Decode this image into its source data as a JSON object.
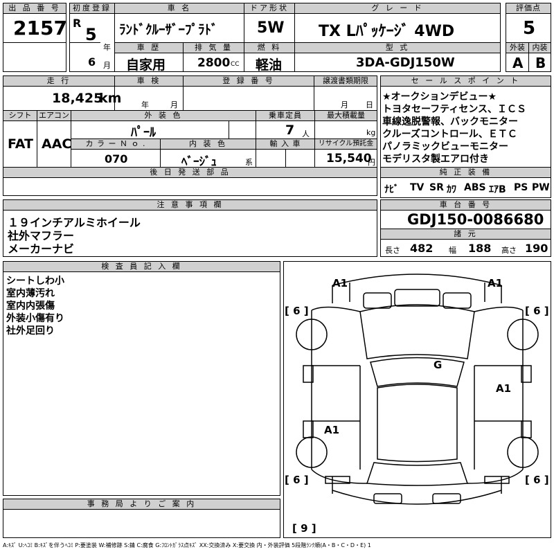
{
  "header": {
    "lot_no_label": "出 品 番 号",
    "lot_no": "2157",
    "first_reg_label": "初度登録",
    "era": "R",
    "year": "5",
    "year_unit": "年",
    "month": "6",
    "month_unit": "月",
    "car_name_label": "車 名",
    "car_name": "ﾗﾝﾄﾞｸﾙｰｻﾞｰﾌﾟﾗﾄﾞ",
    "history_label": "車 歴",
    "history": "自家用",
    "displacement_label": "排 気 量",
    "displacement": "2800",
    "displacement_unit": "CC",
    "door_label": "ドア形状",
    "door": "5W",
    "fuel_label": "燃 料",
    "fuel": "軽油",
    "grade_label": "グ レ ー ド",
    "grade": "TX Lﾊﾟｯｹｰｼﾞ 4WD",
    "model_label": "型 式",
    "model": "3DA-GDJ150W",
    "score_label": "評価点",
    "score": "5",
    "ext_label": "外装",
    "int_label": "内装",
    "ext_grade": "A",
    "int_grade": "B"
  },
  "row2": {
    "mileage_label": "走 行",
    "mileage": "18,425",
    "mileage_unit": "km",
    "inspection_label": "車 検",
    "insp_year_unit": "年",
    "insp_month_unit": "月",
    "reg_no_label": "登 録 番 号",
    "transfer_label": "譲渡書類期限",
    "transfer_month_unit": "月",
    "transfer_day_unit": "日",
    "shift_label": "シフト",
    "shift": "FAT",
    "ac_label": "エアコン",
    "ac": "AAC",
    "ext_color_label": "外 装 色",
    "ext_color": "ﾊﾟｰﾙ",
    "capacity_label": "乗車定員",
    "capacity": "7",
    "capacity_unit": "人",
    "max_load_label": "最大積載量",
    "max_load_unit": "kg",
    "color_no_label": "カ ラ ー Ｎ ｏ .",
    "color_no": "070",
    "int_color_label": "内 装 色",
    "int_color": "ﾍﾞｰｼﾞｭ",
    "int_color_unit": "系",
    "import_label": "輸 入 車",
    "recycle_label": "リサイクル預託金",
    "recycle": "15,540",
    "recycle_unit": "円",
    "later_parts_label": "後 日 発 送 部 品"
  },
  "sales_points": {
    "label": "セ ー ル ス ポ イ ン ト",
    "lines": [
      "★オークションデビュー★",
      "トヨタセーフティセンス、ＩＣＳ",
      "車線逸脱警報、バックモニター",
      "クルーズコントロール、ＥＴＣ",
      "パノラミックビューモニター",
      "モデリスタ製エアロ付き"
    ]
  },
  "equipment": {
    "label": "純 正 装 備",
    "items": [
      "ﾅﾋﾞ",
      "TV",
      "SR",
      "ｶﾜ",
      "ABS",
      "ｴｱB",
      "PS",
      "PW"
    ]
  },
  "notes": {
    "label": "注 意 事 項 欄",
    "lines": [
      "１９インチアルミホイール",
      "社外マフラー",
      "メーカーナビ"
    ]
  },
  "chassis": {
    "label": "車 台 番 号",
    "value": "GDJ150-0086680",
    "spec_label": "諸 元",
    "length_label": "長さ",
    "length": "482",
    "width_label": "幅",
    "width": "188",
    "height_label": "高さ",
    "height": "190"
  },
  "inspector": {
    "label": "検 査 員 記 入 欄",
    "lines": [
      "シートしわ小",
      "室内薄汚れ",
      "室内内張傷",
      "外装小傷有り",
      "社外足回り"
    ]
  },
  "office": {
    "label": "事 務 局 よ り ご 案 内"
  },
  "diagram": {
    "marks": {
      "front_left": "A1",
      "front_right": "A1",
      "roof": "G",
      "right_rear_door": "A1",
      "left_rear_door": "A1"
    },
    "tire_fl": "6",
    "tire_fr": "6",
    "tire_rl": "6",
    "tire_rr": "6",
    "spare": "9"
  },
  "legend": "A:ｷｽﾞ U:ﾍｺﾐ B:ｷｽﾞを伴うﾍｺﾐ P:要塗装 W:補修跡 S:錆 C:腐食 G:ﾌﾛﾝﾄｶﾞﾗｽ点ｷｽﾞ XX:交換済み X:要交換 内・外装評価 5段階ﾗﾝｸ順(A・B・C・D・E) 1"
}
